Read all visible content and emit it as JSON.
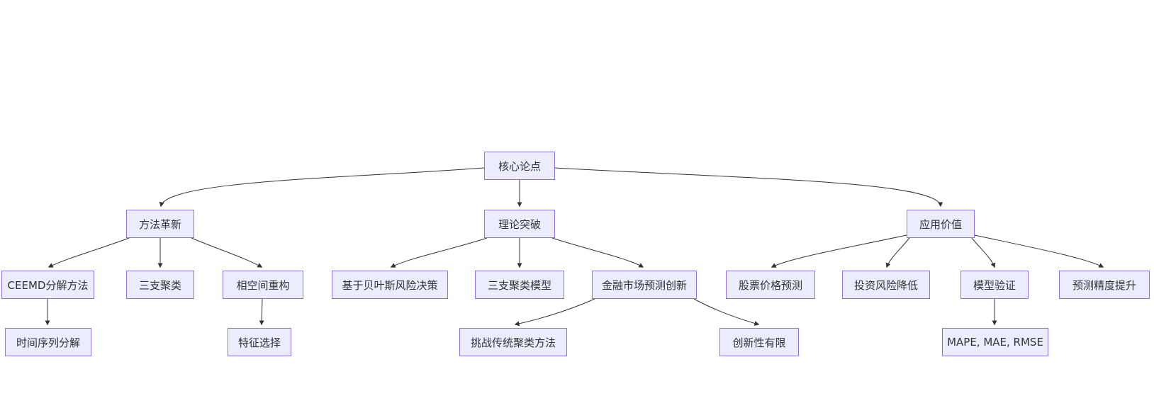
{
  "diagram": {
    "type": "flowchart",
    "background": "#ffffff",
    "colors": {
      "node_fill": "#ECECFF",
      "node_border": "#9370DB",
      "node_text": "#333333",
      "edge": "#333333"
    },
    "nodes": [
      {
        "id": "core-thesis",
        "label": "核心论点"
      },
      {
        "id": "method-innovation",
        "label": "方法革新"
      },
      {
        "id": "theory-breakthrough",
        "label": "理论突破"
      },
      {
        "id": "application-value",
        "label": "应用价值"
      },
      {
        "id": "ceemd-decomposition",
        "label": "CEEMD分解方法"
      },
      {
        "id": "three-way-clustering",
        "label": "三支聚类"
      },
      {
        "id": "phase-space-reconstruction",
        "label": "相空间重构"
      },
      {
        "id": "bayesian-risk-decision",
        "label": "基于贝叶斯风险决策"
      },
      {
        "id": "three-way-clustering-model",
        "label": "三支聚类模型"
      },
      {
        "id": "financial-market-forecast-innovation",
        "label": "金融市场预测创新"
      },
      {
        "id": "stock-price-prediction",
        "label": "股票价格预测"
      },
      {
        "id": "investment-risk-reduction",
        "label": "投资风险降低"
      },
      {
        "id": "model-validation",
        "label": "模型验证"
      },
      {
        "id": "forecast-accuracy-improvement",
        "label": "预测精度提升"
      },
      {
        "id": "time-series-decomposition",
        "label": "时间序列分解"
      },
      {
        "id": "feature-selection",
        "label": "特征选择"
      },
      {
        "id": "challenge-traditional-clustering",
        "label": "挑战传统聚类方法"
      },
      {
        "id": "limited-novelty",
        "label": "创新性有限"
      },
      {
        "id": "mape-mae-rmse",
        "label": "MAPE, MAE, RMSE"
      }
    ],
    "edges": [
      {
        "from": "core-thesis",
        "to": "method-innovation"
      },
      {
        "from": "core-thesis",
        "to": "theory-breakthrough"
      },
      {
        "from": "core-thesis",
        "to": "application-value"
      },
      {
        "from": "method-innovation",
        "to": "ceemd-decomposition"
      },
      {
        "from": "method-innovation",
        "to": "three-way-clustering"
      },
      {
        "from": "method-innovation",
        "to": "phase-space-reconstruction"
      },
      {
        "from": "theory-breakthrough",
        "to": "bayesian-risk-decision"
      },
      {
        "from": "theory-breakthrough",
        "to": "three-way-clustering-model"
      },
      {
        "from": "theory-breakthrough",
        "to": "financial-market-forecast-innovation"
      },
      {
        "from": "application-value",
        "to": "stock-price-prediction"
      },
      {
        "from": "application-value",
        "to": "investment-risk-reduction"
      },
      {
        "from": "application-value",
        "to": "model-validation"
      },
      {
        "from": "application-value",
        "to": "forecast-accuracy-improvement"
      },
      {
        "from": "ceemd-decomposition",
        "to": "time-series-decomposition"
      },
      {
        "from": "phase-space-reconstruction",
        "to": "feature-selection"
      },
      {
        "from": "financial-market-forecast-innovation",
        "to": "challenge-traditional-clustering"
      },
      {
        "from": "financial-market-forecast-innovation",
        "to": "limited-novelty"
      },
      {
        "from": "model-validation",
        "to": "mape-mae-rmse"
      }
    ]
  }
}
